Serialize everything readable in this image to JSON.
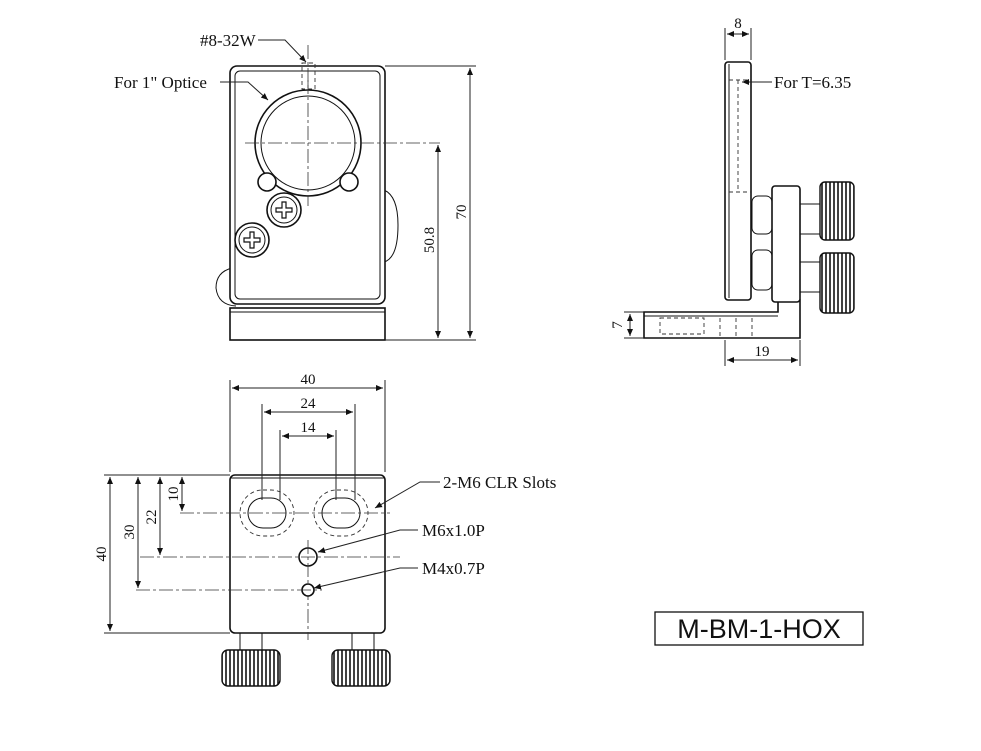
{
  "title": "M-BM-1-HOX",
  "callouts": {
    "tap": "#8-32W",
    "optic": "For 1\" Optice",
    "thickness": "For T=6.35",
    "slots": "2-M6 CLR Slots",
    "m6": "M6x1.0P",
    "m4": "M4x0.7P"
  },
  "dimensions": {
    "front_height": "70",
    "center_height": "50.8",
    "side_width": "8",
    "side_base_thickness": "7",
    "side_depth": "19",
    "base_width": "40",
    "slot_span": "24",
    "slot_inner": "14",
    "base_depth": "40",
    "m4_offset": "30",
    "m6_offset": "22",
    "slot_offset": "10"
  }
}
